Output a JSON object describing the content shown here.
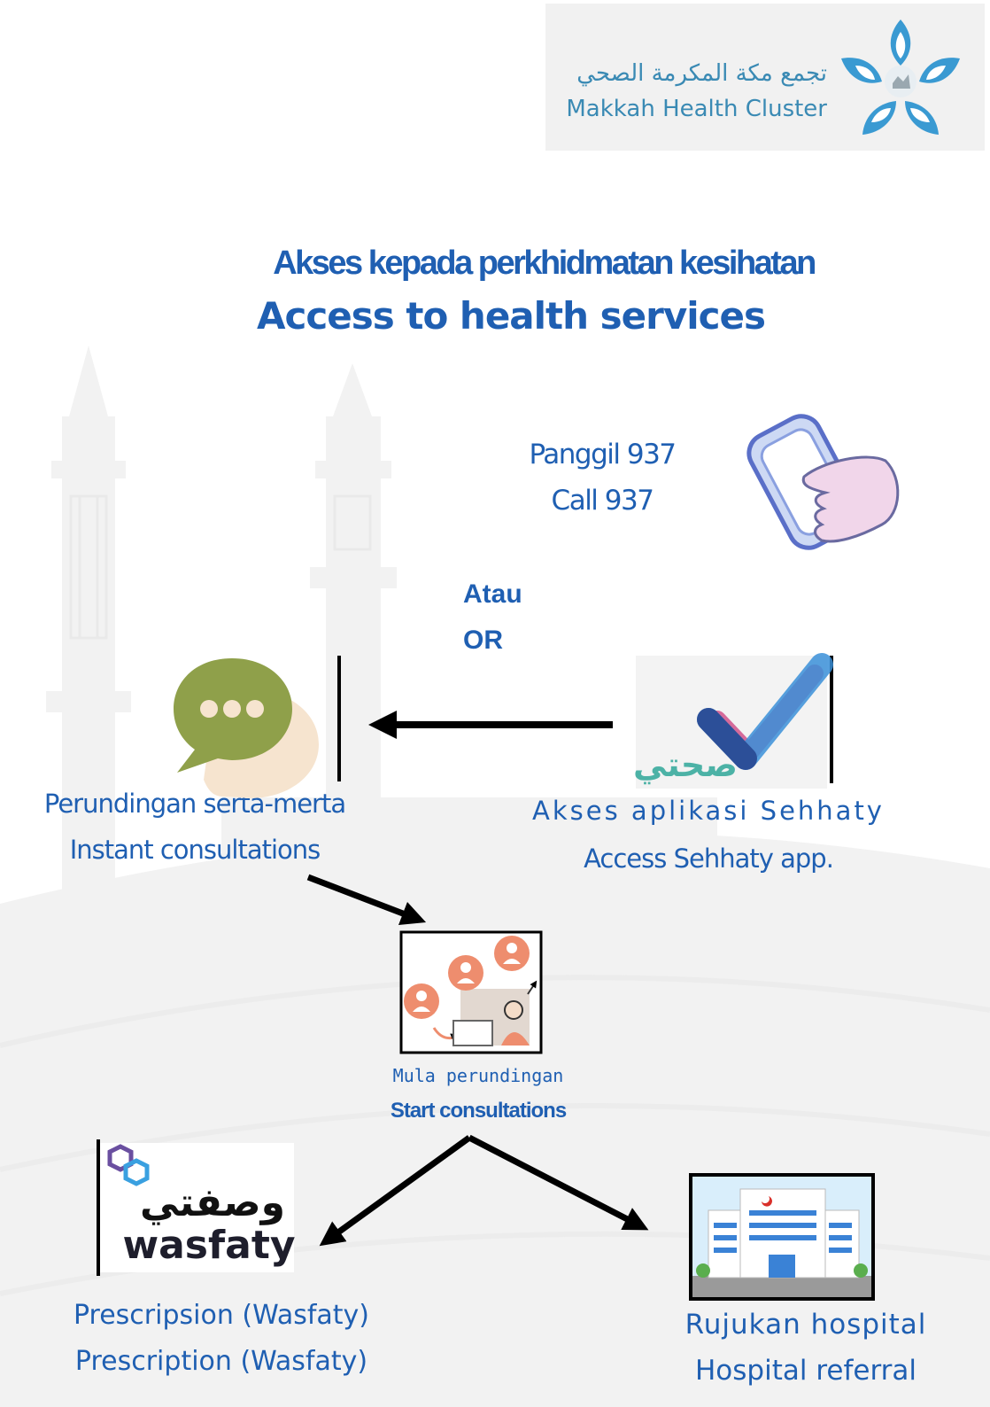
{
  "logo": {
    "arabic": "تجمع مكة المكرمة الصحي",
    "english": "Makkah Health Cluster"
  },
  "title": {
    "malay": "Akses kepada perkhidmatan kesihatan",
    "english": "Access to health services"
  },
  "call": {
    "malay": "Panggil 937",
    "english": "Call 937"
  },
  "or": {
    "malay": "Atau",
    "english": "OR"
  },
  "instant": {
    "malay": "Perundingan serta-merta",
    "english": "Instant consultations"
  },
  "sehhaty": {
    "malay": "Akses aplikasi Sehhaty",
    "english": "Access Sehhaty app.",
    "logo_text": "صحتي"
  },
  "start": {
    "malay": "Mula perundingan",
    "english": "Start consultations"
  },
  "wasfaty": {
    "arabic": "وصفتي",
    "latin": "wasfaty",
    "malay": "Prescripsion (Wasfaty)",
    "english": "Prescription (Wasfaty)"
  },
  "hospital": {
    "malay": "Rujukan hospital",
    "english": "Hospital referral"
  },
  "colors": {
    "primary_blue": "#1f5fb2",
    "logo_blue": "#3a8ab4",
    "chat_green": "#8fa04a",
    "avatar_orange": "#ee8d6e",
    "wasfaty_purple": "#6a4fa0"
  }
}
